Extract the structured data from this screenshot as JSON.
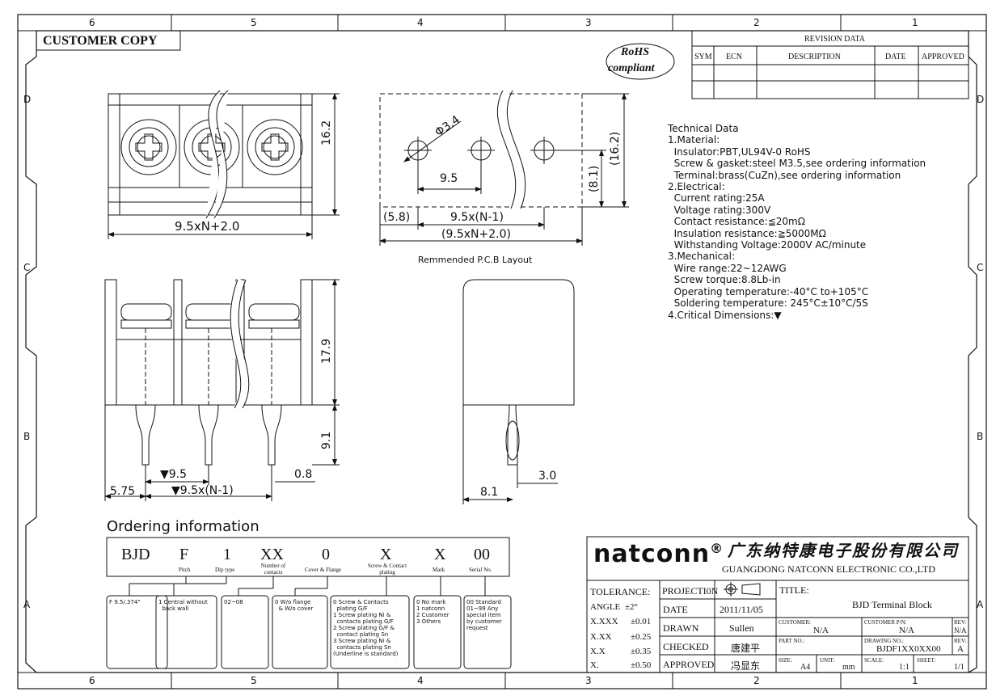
{
  "frame": {
    "cols_top": [
      "6",
      "5",
      "4",
      "3",
      "2",
      "1"
    ],
    "cols_bottom": [
      "6",
      "5",
      "4",
      "3",
      "2",
      "1"
    ],
    "rows_left": [
      "D",
      "C",
      "B",
      "A"
    ],
    "rows_right": [
      "D",
      "C",
      "B",
      "A"
    ]
  },
  "stamp": {
    "customer_copy": "CUSTOMER COPY",
    "rohs_1": "RoHS",
    "rohs_2": "compliant"
  },
  "revision": {
    "title": "REVISION DATA",
    "headers": [
      "SYM",
      "ECN",
      "DESCRIPTION",
      "DATE",
      "APPROVED"
    ]
  },
  "dims": {
    "top_left_h": "16.2",
    "top_left_w": "9.5xN+2.0",
    "pcb_dia": "Φ3.4",
    "pcb_pitch": "9.5",
    "pcb_h1": "(8.1)",
    "pcb_h2": "(16.2)",
    "pcb_edge": "(5.8)",
    "pcb_n1": "9.5x(N-1)",
    "pcb_total": "(9.5xN+2.0)",
    "pcb_caption": "Remmended P.C.B Layout",
    "front_h1": "17.9",
    "front_h2": "9.1",
    "front_pitch": "▼9.5",
    "front_pin": "0.8",
    "front_edge": "5.75",
    "front_n1": "▼9.5x(N-1)",
    "side_w": "8.1",
    "side_pin": "3.0"
  },
  "tech": [
    "Technical Data",
    "1.Material:",
    "  Insulator:PBT,UL94V-0 RoHS",
    "  Screw & gasket:steel M3.5,see ordering information",
    "  Terminal:brass(CuZn),see ordering information",
    "2.Electrical:",
    "  Current rating:25A",
    "  Voltage rating:300V",
    "  Contact resistance:≦20mΩ",
    "  Insulation resistance:≧5000MΩ",
    "  Withstanding Voltage:2000V AC/minute",
    "3.Mechanical:",
    "  Wire range:22~12AWG",
    "  Screw torque:8.8Lb-in",
    "  Operating temperature:-40°C to+105°C",
    "  Soldering temperature: 245°C±10°C/5S",
    "4.Critical Dimensions:▼"
  ],
  "ordering": {
    "title": "Ordering information",
    "codes": [
      "BJD",
      "F",
      "1",
      "XX",
      "0",
      "X",
      "X",
      "00"
    ],
    "labels": [
      "",
      "Pitch",
      "Dip type",
      "Number of contacts",
      "Cover & Flange",
      "Screw & Contact plating",
      "Mark",
      "Serial No."
    ],
    "boxes": [
      "F 9.5/.374\"",
      "1 Central without\n  back wall",
      "02~08",
      "0 W/o flange\n  & W/o cover",
      "0 Screw & Contacts\n  plating G/F\n1 Screw plating Ni &\n  contacts plating G/F\n2 Screw plating G/F &\n  contact plating Sn\n3 Screw plating Ni &\n  contacts plating Sn\n(Underline is standard)",
      "0 No mark\n1 natconn\n2 Customer\n3 Others",
      "00 Standard\n01~99 Any\nspecial item\nby customer\nrequest"
    ]
  },
  "titleblock": {
    "brand": "natconn",
    "reg": "®",
    "company_cn": "广东纳特康电子股份有限公司",
    "company_en": "GUANGDONG NATCONN ELECTRONIC CO.,LTD",
    "tolerance": "TOLERANCE:",
    "tol_rows": [
      [
        "ANGLE",
        "±2°"
      ],
      [
        "X.XXX",
        "±0.01"
      ],
      [
        "X.XX",
        "±0.25"
      ],
      [
        "X.X",
        "±0.35"
      ],
      [
        "X.",
        "±0.50"
      ]
    ],
    "projection": "PROJECTI0N",
    "date_label": "DATE",
    "date": "2011/11/05",
    "drawn_label": "DRAWN",
    "drawn": "Sullen",
    "checked_label": "CHECKED",
    "checked": "唐建平",
    "approved_label": "APPROVED",
    "approved": "冯显东",
    "title_label": "TITLE:",
    "title": "BJD Terminal Block",
    "customer_label": "CUSTOMER:",
    "customer": "N/A",
    "customer_pn_label": "CUSTOMER P/N:",
    "customer_pn": "N/A",
    "rev_label": "REV:",
    "rev1": "N/A",
    "part_label": "PART NO.:",
    "drawing_label": "DRAWING NO.:",
    "drawing_no": "BJDF1XX0XX00",
    "rev2_label": "REV:",
    "rev2": "A",
    "size_label": "SIZE:",
    "size": "A4",
    "unit_label": "UNIT:",
    "unit": "mm",
    "scale_label": "SCALE:",
    "scale": "1:1",
    "sheet_label": "SHEET:",
    "sheet": "1/1"
  }
}
